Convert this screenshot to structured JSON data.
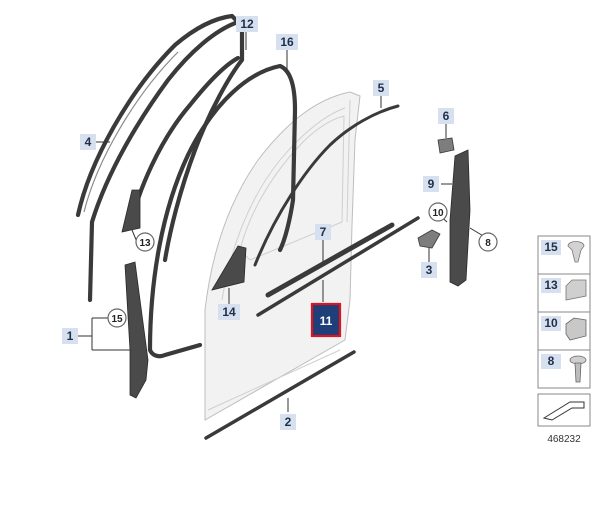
{
  "callouts": {
    "c1": "1",
    "c2": "2",
    "c3": "3",
    "c4": "4",
    "c5": "5",
    "c6": "6",
    "c7": "7",
    "c9": "9",
    "c11": "11",
    "c12": "12",
    "c14": "14",
    "c16": "16"
  },
  "circle_callouts": {
    "cc13": "13",
    "cc15": "15",
    "cc10": "10",
    "cc8": "8"
  },
  "legend": {
    "items": [
      "15",
      "13",
      "10",
      "8"
    ]
  },
  "reference_number": "468232",
  "colors": {
    "callout_fill": "#d6e0ee",
    "callout_active_fill": "#1f3f7a",
    "callout_active_border": "#e0141c"
  }
}
